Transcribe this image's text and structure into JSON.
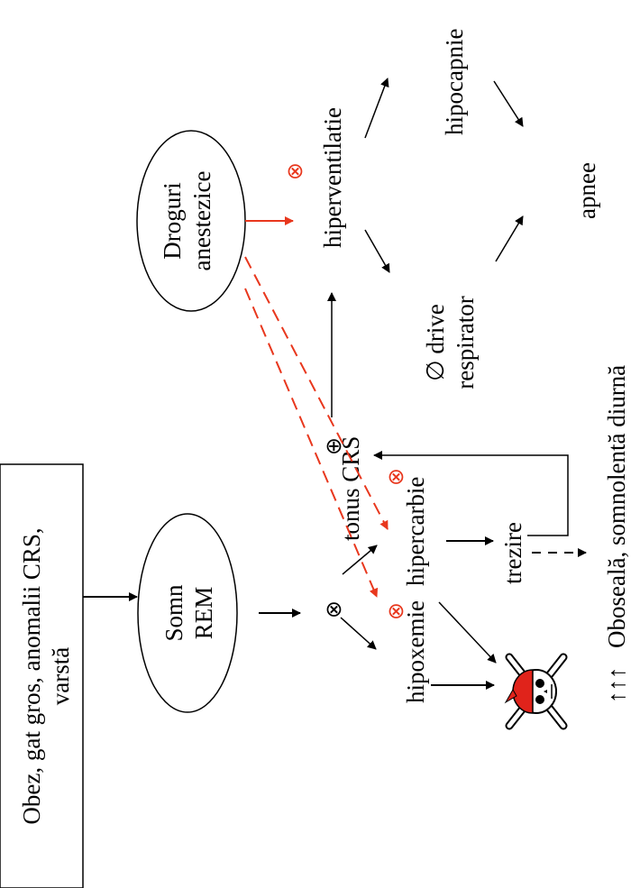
{
  "colors": {
    "black": "#000000",
    "red": "#e8371d",
    "skull_bandana": "#e0231b"
  },
  "risk_factors": {
    "line1": "Obez, gat gros, anomalii CRS,",
    "line2": "varstă"
  },
  "somn_rem": {
    "line1": "Somn",
    "line2": "REM"
  },
  "droguri": {
    "line1": "Droguri",
    "line2": "anestezice"
  },
  "nodes": {
    "tonus_crs": "tonus CRS",
    "hipoxemie": "hipoxemie",
    "hipercarbie": "hipercarbie",
    "trezire": "trezire",
    "hiperventilatie": "hiperventilatie",
    "hipocapnie": "hipocapnie",
    "apnee": "apnee",
    "drive_line1": "∅ drive",
    "drive_line2": "respirator"
  },
  "symbols": {
    "inhibit": "⊗",
    "stimulate": "⊕"
  },
  "outcome": {
    "arrows": "↑↑↑",
    "text": "Oboseală, somnolentă diurnă"
  },
  "icons": {
    "death": "skull-crossbones-icon"
  }
}
